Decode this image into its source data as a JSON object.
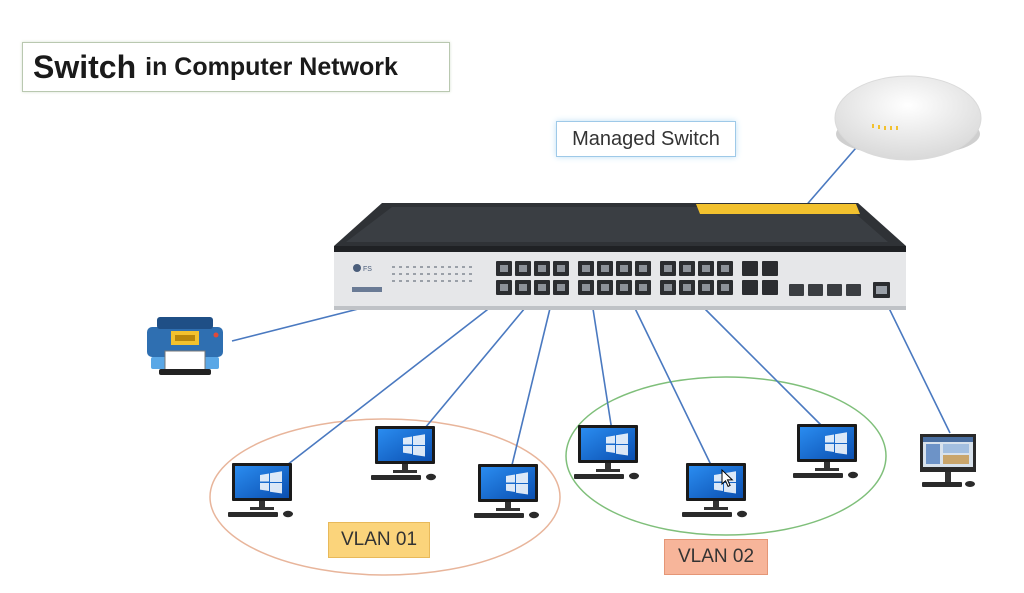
{
  "title": {
    "main": "Switch",
    "rest": "in Computer Network"
  },
  "switch": {
    "label": "Managed Switch",
    "brand": "FS"
  },
  "vlans": [
    {
      "label": "VLAN 01",
      "ellipse_color": "#e8b59b"
    },
    {
      "label": "VLAN 02",
      "ellipse_color": "#7fbf7a"
    }
  ],
  "colors": {
    "link": "#4a79c0",
    "switch_body": "#2f3236",
    "switch_panel": "#e6e7e9",
    "port": "#2b2d30",
    "sticker": "#f2c12e",
    "monitor_screen": "#1c6fd1",
    "printer": "#2f6fb1"
  },
  "devices": [
    "printer-icon",
    "access-point-icon",
    "desktop-computer-icon",
    "all-in-one-pc-icon"
  ]
}
